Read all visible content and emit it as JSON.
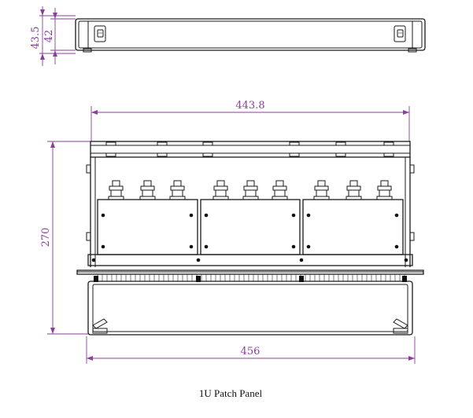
{
  "dimensions": {
    "height_outer": "43.5",
    "height_inner": "42",
    "width_top": "443.8",
    "depth": "270",
    "width_bottom": "456"
  },
  "caption": "1U Patch Panel",
  "colors": {
    "dimension": "#8a3f9a",
    "line": "#1a1a1a"
  }
}
